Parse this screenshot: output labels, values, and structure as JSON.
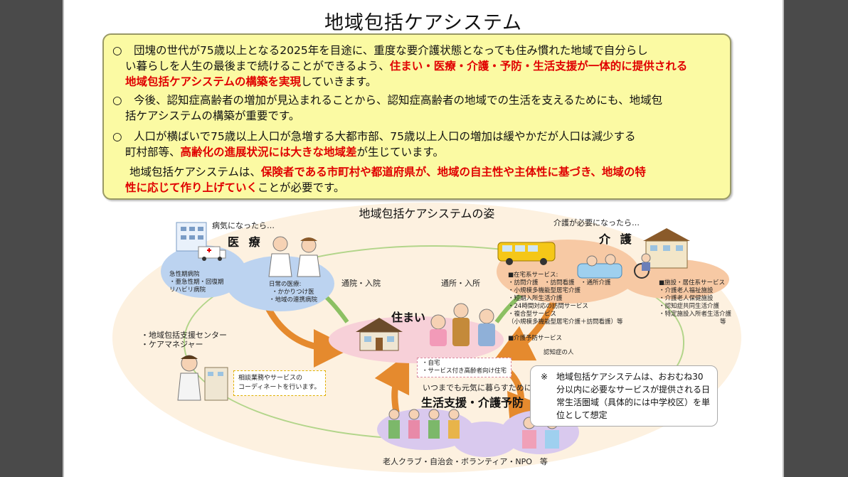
{
  "title": "地域包括ケアシステム",
  "summary": {
    "p1": {
      "marker": "○",
      "line1": "団塊の世代が75歳以上となる2025年を目途に、重度な要介護状態となっても住み慣れた地域で自分らし",
      "line2a": "い暮らしを人生の最後まで続けることができるよう、",
      "line2b": "住まい・医療・介護・予防・生活支援が一体的に提供される",
      "line3a": "地域包括ケアシステムの構築を実現",
      "line3b": "していきます。"
    },
    "p2": {
      "marker": "○",
      "line1": "今後、認知症高齢者の増加が見込まれることから、認知症高齢者の地域での生活を支えるためにも、地域包",
      "line2": "括ケアシステムの構築が重要です。"
    },
    "p3": {
      "marker": "○",
      "line1": "人口が横ばいで75歳以上人口が急増する大都市部、75歳以上人口の増加は緩やかだが人口は減少する",
      "line2a": "町村部等、",
      "line2b": "高齢化の進展状況には大きな地域差",
      "line2c": "が生じています。"
    },
    "p4": {
      "line1a": "地域包括ケアシステムは、",
      "line1b": "保険者である市町村や都道府県が、地域の自主性や主体性に基づき、地域の特",
      "line2a": "性に応じて作り上げていく",
      "line2b": "ことが必要です。"
    }
  },
  "diagram": {
    "title": "地域包括ケアシステムの姿",
    "iryo": {
      "when": "病気になったら…",
      "heading": "医 療",
      "hospital": [
        "急性期病院",
        "・亜急性期・回復期",
        "リハビリ病院"
      ],
      "daily_title": "日常の医療:",
      "daily": [
        "・かかりつけ医",
        "・地域の連携病院"
      ]
    },
    "kaigo": {
      "when": "介護が必要になったら…",
      "heading": "介 護",
      "home_title": "■在宅系サービス:",
      "home": [
        "・訪問介護　・訪問看護　・通所介護",
        "・小規模多機能型居宅介護",
        "・短期入所生活介護",
        "・24時間対応の訪問サービス",
        "・複合型サービス",
        "（小規模多機能型居宅介護＋訪問看護）等"
      ],
      "prevent": "■介護予防サービス",
      "facility_title": "■施設・居住系サービス",
      "facility": [
        "・介護老人福祉施設",
        "・介護老人保健施設",
        "・認知症共同生活介護",
        "・特定施設入所者生活介護",
        "等"
      ]
    },
    "sumai": {
      "heading": "住まい",
      "items": [
        "・自宅",
        "・サービス付き高齢者向け住宅"
      ],
      "dementia": "認知症の人"
    },
    "arrows": {
      "left": "通院・入院",
      "right": "通所・入所"
    },
    "center": {
      "lines": [
        "・地域包括支援センター",
        "・ケアマネジャー"
      ],
      "consult": [
        "相談業務やサービスの",
        "コーディネートを行います。"
      ]
    },
    "seikatsu": {
      "when": "いつまでも元気に暮らすために…",
      "heading": "生活支援・介護予防",
      "groups": "老人クラブ・自治会・ボランティア・NPO　等"
    },
    "note": [
      "※　地域包括ケアシステムは、おおむね30",
      "分以内に必要なサービスが提供される日",
      "常生活圏域（具体的には中学校区）を単",
      "位として想定"
    ]
  },
  "colors": {
    "summary_bg": "#fbfaa3",
    "emphasis": "#e00000",
    "diagram_bg": "#fdf1e0",
    "cycle": "#b2d58a",
    "iryo_blob": "#bcd3f0",
    "kaigo_blob": "#f7c9a4",
    "sumai_blob": "#f7d0d8",
    "seikatsu_blob": "#d9c9ee",
    "arrow": "#e58a2e"
  }
}
